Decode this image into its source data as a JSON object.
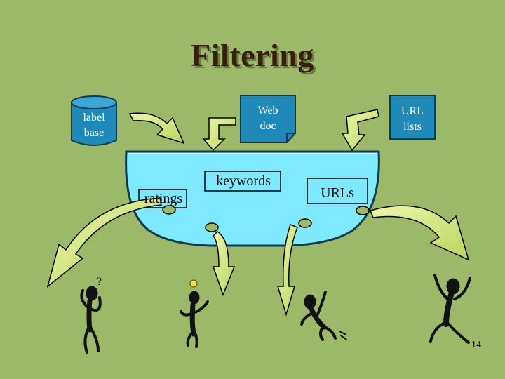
{
  "slide": {
    "title": "Filtering",
    "page_number": "14"
  },
  "sources": {
    "label_base": "label\nbase",
    "web_doc": "Web\ndoc",
    "url_lists": "URL\nlists"
  },
  "bowl": {
    "ratings": "ratings",
    "keywords": "keywords",
    "urls": "URLs"
  },
  "colors": {
    "background": "#9cb96a",
    "bowl": "#7fe9ff",
    "source_box": "#1f89b8",
    "arrow": "#d8ec84",
    "title": "#3a1e0c"
  }
}
